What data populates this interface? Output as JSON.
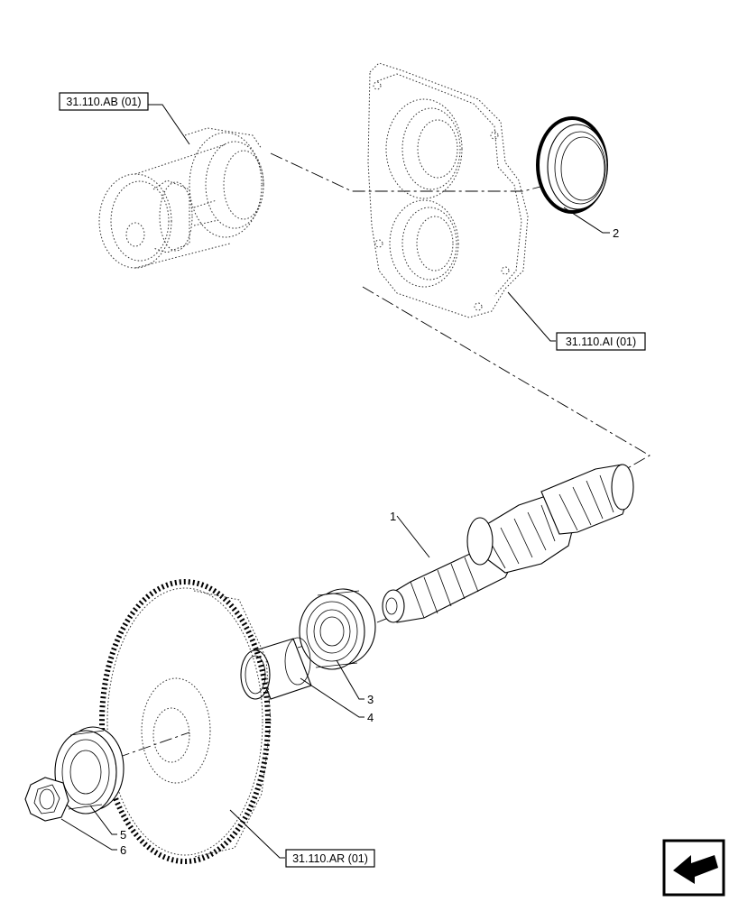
{
  "references": {
    "ref_ab": "31.110.AB (01)",
    "ref_ai": "31.110.AI (01)",
    "ref_ar": "31.110.AR (01)"
  },
  "callouts": {
    "item_1": "1",
    "item_2": "2",
    "item_3": "3",
    "item_4": "4",
    "item_5": "5",
    "item_6": "6"
  },
  "icons": {
    "nav": "next-page-arrow-icon"
  }
}
